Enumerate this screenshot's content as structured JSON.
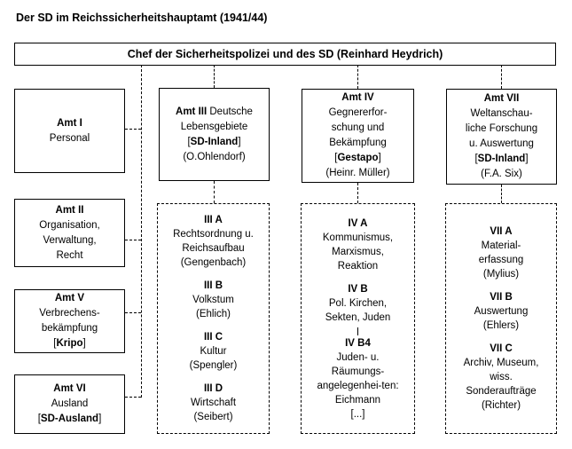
{
  "title": "Der SD im Reichssicherheitshauptamt (1941/44)",
  "header": {
    "label": "Chef der Sicherheitspolizei und des SD (Reinhard Heydrich)"
  },
  "amt1": {
    "title": "Amt I",
    "line1": "Personal"
  },
  "amt2": {
    "title": "Amt II",
    "line1": "Organisation,",
    "line2": "Verwaltung,",
    "line3": "Recht"
  },
  "amt5": {
    "title": "Amt V",
    "line1": "Verbrechens-",
    "line2": "bekämpfung",
    "tag_open": "[",
    "tag": "Kripo",
    "tag_close": "]"
  },
  "amt6": {
    "title": "Amt VI",
    "line1": "Ausland",
    "tag_open": "[",
    "tag": "SD-Ausland",
    "tag_close": "]"
  },
  "amt3": {
    "title": "Amt III",
    "title_rest": " Deutsche",
    "line1": "Lebensgebiete",
    "tag_open": "[",
    "tag": "SD-Inland",
    "tag_close": "]",
    "line2": "(O.Ohlendorf)"
  },
  "amt4": {
    "title": "Amt IV",
    "line1": "Gegnererfor-",
    "line2": "schung und",
    "line3": "Bekämpfung",
    "tag_open": "[",
    "tag": "Gestapo",
    "tag_close": "]",
    "line4": "(Heinr. Müller)"
  },
  "amt7": {
    "title": "Amt VII",
    "line1": "Weltanschau-",
    "line2": "liche Forschung",
    "line3": "u. Auswertung",
    "tag_open": "[",
    "tag": "SD-Inland",
    "tag_close": "]",
    "line4": "(F.A. Six)"
  },
  "amt3_sub": {
    "sections": [
      {
        "title": "III A",
        "lines": [
          "Rechtsordnung u.",
          "Reichsaufbau",
          "(Gengenbach)"
        ]
      },
      {
        "title": "III B",
        "lines": [
          "Volkstum",
          "(Ehlich)"
        ]
      },
      {
        "title": "III C",
        "lines": [
          "Kultur",
          "(Spengler)"
        ]
      },
      {
        "title": "III D",
        "lines": [
          "Wirtschaft",
          "(Seibert)"
        ]
      }
    ]
  },
  "amt4_sub": {
    "sections": [
      {
        "title": "IV A",
        "lines": [
          "Kommunismus,",
          "Marxismus,",
          "Reaktion"
        ]
      },
      {
        "title": "IV B",
        "lines": [
          "Pol. Kirchen,",
          "Sekten, Juden"
        ]
      },
      {
        "title": "IV B4",
        "lines": [
          "Juden- u.",
          "Räumungs-",
          "angelegenhei-ten:",
          "Eichmann"
        ]
      }
    ],
    "ellipsis": "[...]"
  },
  "amt7_sub": {
    "sections": [
      {
        "title": "VII A",
        "lines": [
          "Material-",
          "erfassung",
          "(Mylius)"
        ]
      },
      {
        "title": "VII B",
        "lines": [
          "Auswertung",
          "(Ehlers)"
        ]
      },
      {
        "title": "VII C",
        "lines": [
          "Archiv, Museum,",
          "wiss.",
          "Sonderaufträge",
          "(Richter)"
        ]
      }
    ]
  },
  "colors": {
    "line": "#000000",
    "background": "#ffffff",
    "text": "#000000"
  }
}
